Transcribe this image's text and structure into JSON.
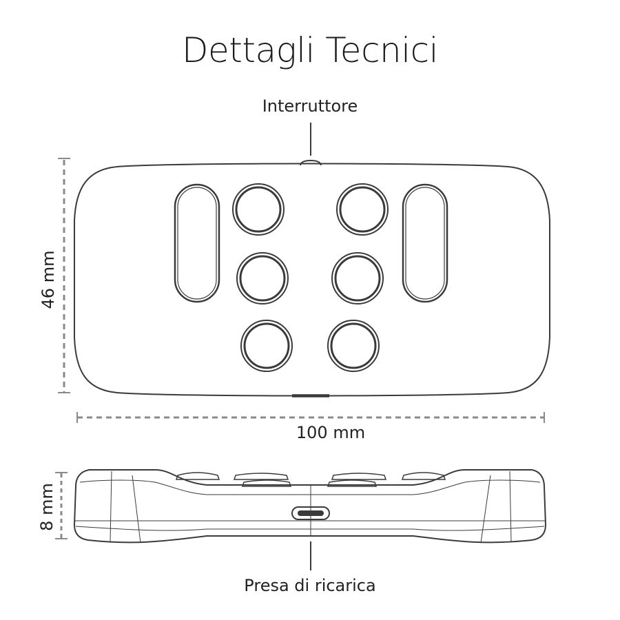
{
  "title": "Dettagli Tecnici",
  "labels": {
    "switch": "Interruttore",
    "height": "46 mm",
    "width": "100 mm",
    "depth": "8 mm",
    "charging_port": "Presa di ricarica"
  },
  "colors": {
    "stroke": "#3a3a3a",
    "dimension": "#8a8a8a",
    "background": "#ffffff"
  }
}
